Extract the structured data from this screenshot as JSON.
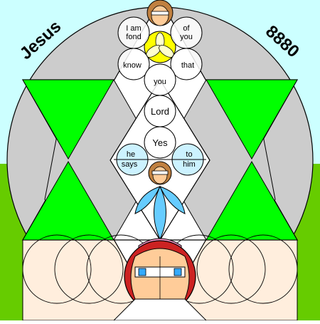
{
  "corner_left": "Jesus",
  "corner_right": "8880",
  "words": {
    "i_am_fond_1": "I am",
    "i_am_fond_2": "fond",
    "of_you_1": "of",
    "of_you_2": "you",
    "know": "know",
    "that": "that",
    "you": "you",
    "lord": "Lord",
    "yes": "Yes",
    "he_says_1": "he",
    "he_says_2": "says",
    "to_him_1": "to",
    "to_him_2": "him"
  },
  "colors": {
    "sky": "#ccffff",
    "disc": "#cccccc",
    "green": "#00ff00",
    "grass": "#66cc00",
    "floor": "#ffeedd",
    "hair": "#c08040",
    "skin": "#ffcc99",
    "halo": "#ffff00",
    "pink": "#ff99cc",
    "blue": "#66ccff",
    "red": "#cc2222"
  }
}
